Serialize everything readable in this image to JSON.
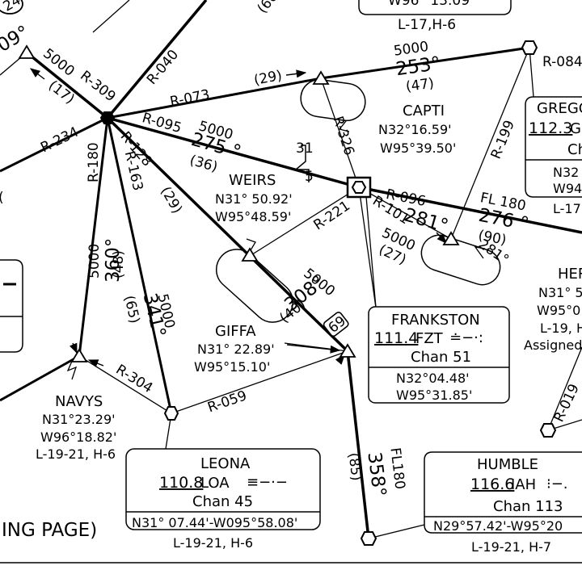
{
  "colors": {
    "ink": "#000000",
    "paper": "#ffffff"
  },
  "top_fragments": {
    "box_partial": "W96° 13.09'",
    "box_partial_charts": "L-17,H-6",
    "left_course_partial": "09°",
    "left_mea_partial": "24",
    "top_alt_partial": "(60)",
    "far_left_paren": "("
  },
  "routes": {
    "r309": "R-309",
    "r309_alt": "5000",
    "r309_dist": "(17)",
    "r040": "R-040",
    "r234": "R-234",
    "r180": "R-180",
    "r163": "R-163",
    "r128": "R-128",
    "r095": "R-095",
    "r073": "R-073",
    "r073_dist": "(29)",
    "capti_alt": "5000",
    "capti_course": "253°",
    "capti_dist": "(47)",
    "weirs_seg_alt": "5000",
    "weirs_seg_course": "275 °",
    "weirs_seg_dist": "(36)",
    "r326": "R-326",
    "r199": "R-199",
    "r084": "R-084",
    "r096": "R-096",
    "r101": "R-101",
    "fl180_a": "FL 180",
    "fl180_a_course": "276 °",
    "fl180_a_dist": "(90)",
    "frankston_281": "281°",
    "frankston_alt": "5000",
    "frankston_dist": "(27)",
    "hold_281": "281°",
    "r221": "R-221",
    "giffa_seg_dist": "(29)",
    "navys_alt": "5000",
    "navys_course": "360°",
    "navys_dist": "(48)",
    "leona_alt": "5000",
    "leona_course": "341°",
    "leona_dist": "(65)",
    "giffa_alt": "5000",
    "giffa_course": "308°",
    "giffa_dist": "(40)",
    "giffa_mea": "69",
    "r304": "R-304",
    "r059": "R-059",
    "fl180_b": "FL180",
    "fl180_b_course": "358°",
    "fl180_b_dist": "(85)",
    "r019": "R-019",
    "mark_31": "31",
    "mark_5": "5"
  },
  "fixes": {
    "capti": {
      "name": "CAPTI",
      "lat": "N32°16.59'",
      "lon": "W95°39.50'"
    },
    "weirs": {
      "name": "WEIRS",
      "lat": "N31° 50.92'",
      "lon": "W95°48.59'"
    },
    "giffa": {
      "name": "GIFFA",
      "lat": "N31° 22.89'",
      "lon": "W95°15.10'"
    },
    "navys": {
      "name": "NAVYS",
      "lat": "N31°23.29'",
      "lon": "W96°18.82'",
      "charts": "L-19-21, H-6"
    },
    "her": {
      "name": "HER",
      "lat": "N31° 5",
      "lon": "W95°0",
      "charts": "L-19, H",
      "note": "Assigned"
    }
  },
  "navaids": {
    "frankston": {
      "name": "FRANKSTON",
      "freq": "111.4",
      "ident": "FZT",
      "chan": "Chan 51",
      "lat": "N32°04.48'",
      "lon": "W95°31.85'"
    },
    "leona": {
      "name": "LEONA",
      "freq": "110.8",
      "ident": "LOA",
      "chan": "Chan 45",
      "coords": "N31° 07.44'-W095°58.08'",
      "charts": "L-19-21, H-6"
    },
    "humble": {
      "name": "HUMBLE",
      "freq": "116.6",
      "ident": "IAH",
      "chan": "Chan 113",
      "coords": "N29°57.42'-W95°20",
      "charts": "L-19-21, H-7"
    },
    "gregg": {
      "name": "GREGG",
      "freq": "112.3",
      "ident": "G",
      "chan": "Ch",
      "lat": "N32",
      "lon": "W94",
      "charts": "L-17"
    }
  },
  "footer": {
    "continued": "ING PAGE)"
  }
}
